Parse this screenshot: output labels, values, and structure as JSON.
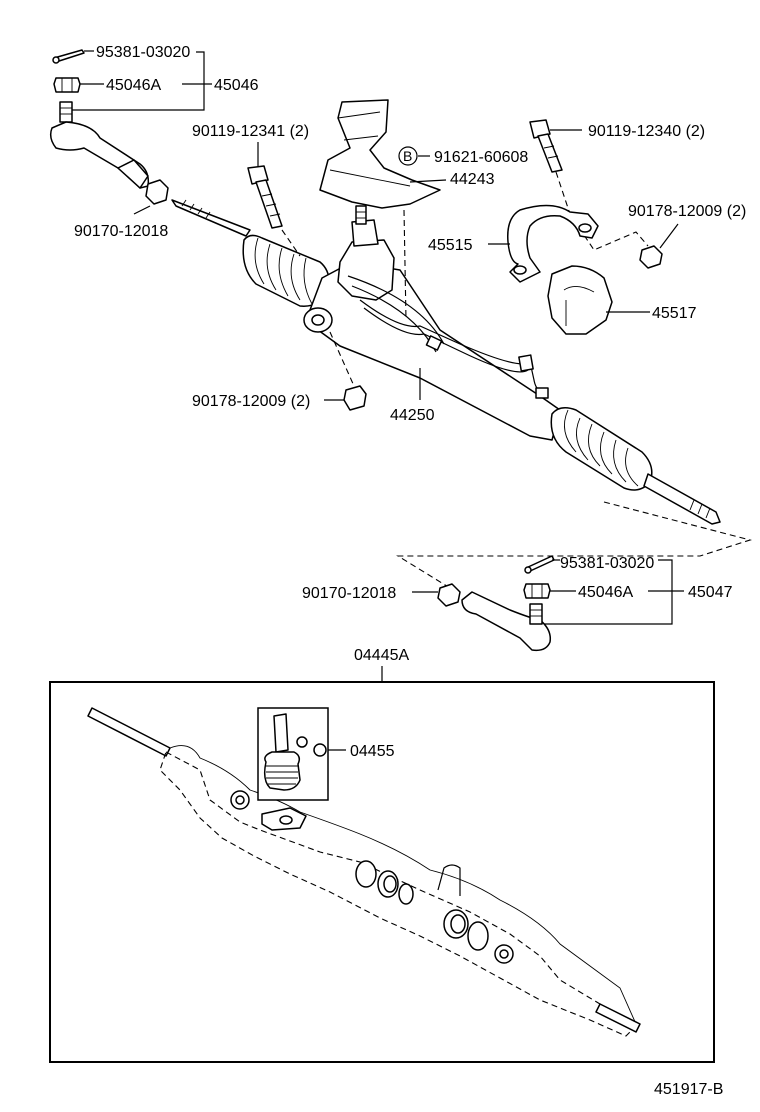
{
  "labels": {
    "cotter_pin_top": "95381-03020",
    "nut_top": "45046A",
    "tie_rod_end_left": "45046",
    "bolt_left": "90119-12341 (2)",
    "bolt_right": "90119-12340 (2)",
    "bolt_b_marker": "B",
    "bolt_b": "91621-60608",
    "cover": "44243",
    "bracket": "45515",
    "bushing": "45517",
    "nut_right": "90178-12009 (2)",
    "nut_lower": "90178-12009 (2)",
    "rack_assy": "44250",
    "lock_nut_left": "90170-12018",
    "lock_nut_right": "90170-12018",
    "cotter_pin_bottom": "95381-03020",
    "nut_bottom": "45046A",
    "tie_rod_end_right": "45047",
    "gasket_kit": "04445A",
    "seal_kit": "04455",
    "diagram_id": "451917-B"
  }
}
